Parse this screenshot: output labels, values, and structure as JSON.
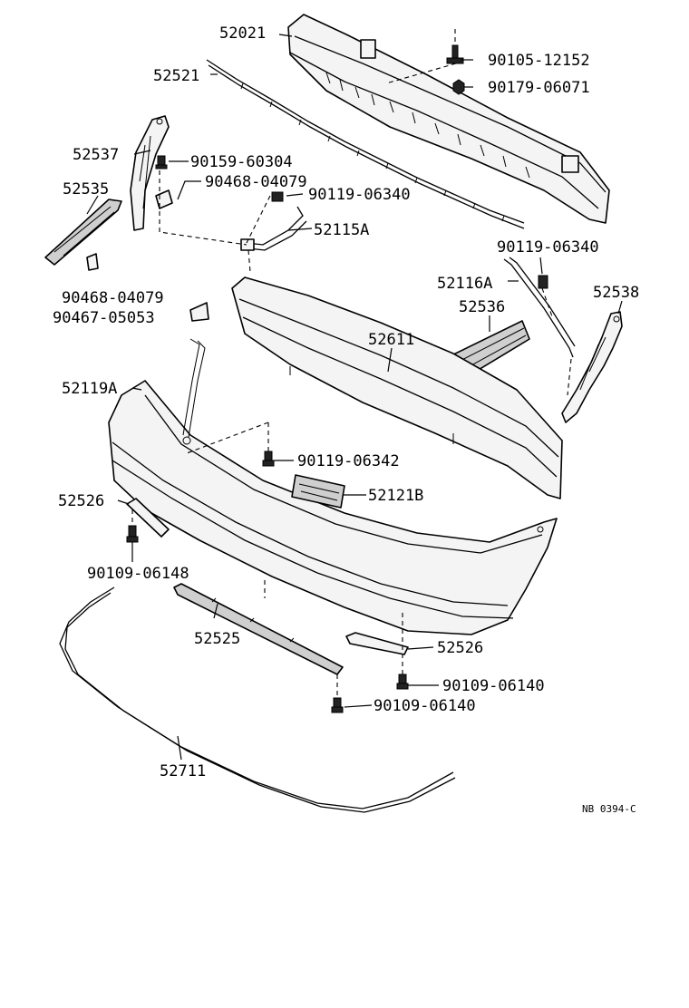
{
  "drawing_code": "NB 0394-C",
  "parts": {
    "upper_reinforcement": "52021",
    "upper_seal": "52521",
    "side_support_left": "52537",
    "lower_bracket_left": "52535",
    "stay_left": "52115A",
    "stay_right": "52116A",
    "retainer_right": "52536",
    "side_support_right": "52538",
    "absorber": "52611",
    "bumper_cover": "52119A",
    "license_bracket": "52121B",
    "lower_bracket_left_2": "52526",
    "lower_bracket_right": "52526",
    "lower_retainer": "52525",
    "lower_molding": "52711"
  },
  "fasteners": {
    "bolt_top": "90105-12152",
    "nut_top": "90179-06071",
    "screw_left_a": "90159-60304",
    "clip_left_a": "90468-04079",
    "screw_mid_a": "90119-06340",
    "screw_right_a": "90119-06340",
    "clip_left_b": "90468-04079",
    "clip_left_c": "90467-05053",
    "screw_center": "90119-06342",
    "bolt_left_low": "90109-06148",
    "bolt_right_low": "90109-06140",
    "bolt_center_low": "90109-06140"
  }
}
